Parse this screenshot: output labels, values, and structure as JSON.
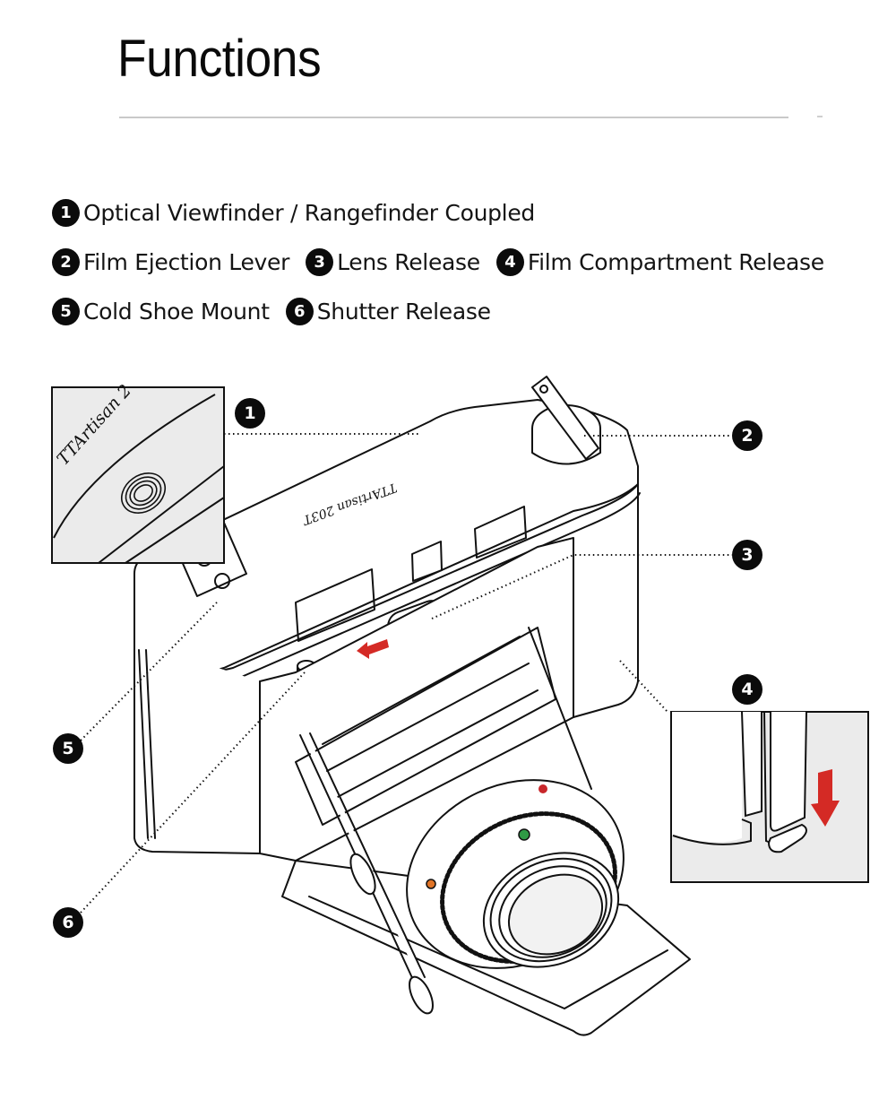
{
  "page": {
    "title": "Functions"
  },
  "legend": {
    "items": [
      {
        "number": "1",
        "label": "Optical Viewfinder /  Rangefinder Coupled"
      },
      {
        "number": "2",
        "label": "Film Ejection Lever"
      },
      {
        "number": "3",
        "label": "Lens Release"
      },
      {
        "number": "4",
        "label": "Film Compartment Release"
      },
      {
        "number": "5",
        "label": "Cold Shoe Mount"
      },
      {
        "number": "6",
        "label": "Shutter Release"
      }
    ]
  },
  "illustration": {
    "camera_engraving": "TTArtisan 203T",
    "inset_engraving": "TTArtisan 2",
    "callouts": [
      "1",
      "2",
      "3",
      "4",
      "5",
      "6"
    ],
    "colors": {
      "line": "#111111",
      "inset_fill": "#ebebeb",
      "arrow_red": "#d42a25",
      "indicator_red": "#c8272b",
      "indicator_green": "#2f9a45",
      "indicator_orange": "#e07427"
    }
  }
}
